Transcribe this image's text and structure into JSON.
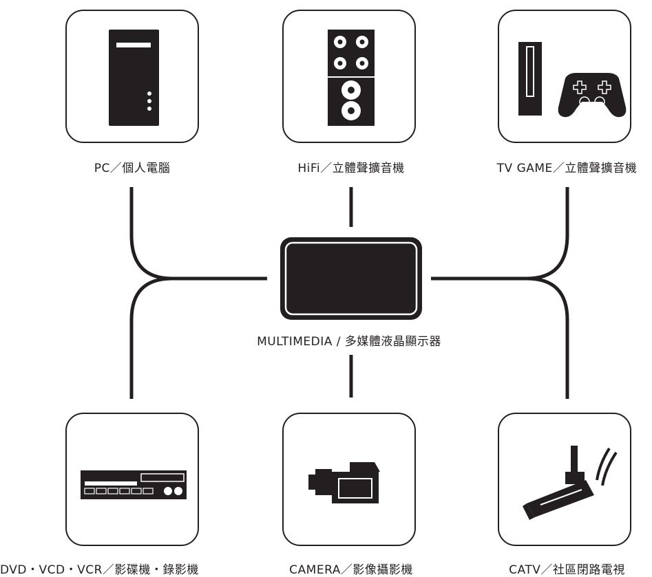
{
  "devices": {
    "pc": {
      "label": "PC／個人電腦",
      "icon": "pc-tower-icon"
    },
    "hifi": {
      "label": "HiFi／立體聲擴音機",
      "icon": "speaker-icon"
    },
    "tvgame": {
      "label": "TV GAME／立體聲擴音機",
      "icon": "game-console-icon"
    },
    "dvd": {
      "label": "DVD・VCD・VCR／影碟機・錄影機",
      "icon": "dvd-player-icon"
    },
    "camera": {
      "label": "CAMERA／影像攝影機",
      "icon": "video-camera-icon"
    },
    "catv": {
      "label": "CATV／社區閉路電視",
      "icon": "cctv-camera-icon"
    }
  },
  "center": {
    "label": "MULTIMEDIA / 多媒體液晶顯示器",
    "icon": "lcd-display-icon"
  },
  "colors": {
    "stroke": "#231f20",
    "background": "#ffffff"
  }
}
